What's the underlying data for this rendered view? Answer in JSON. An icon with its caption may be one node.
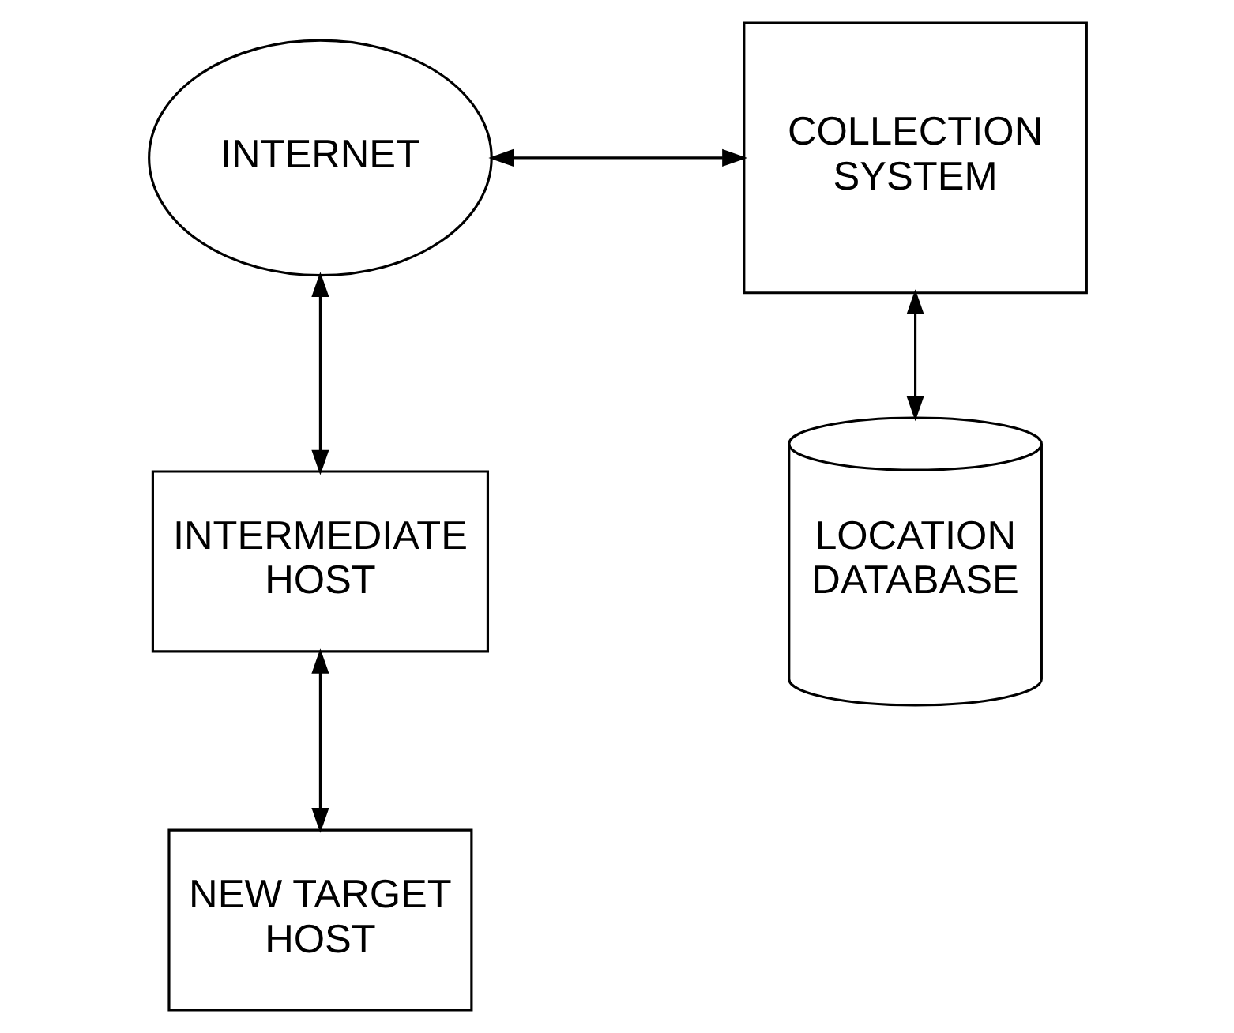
{
  "diagram": {
    "nodes": [
      {
        "text": [
          "INTERNET"
        ]
      },
      {
        "text": [
          "COLLECTION SYSTEM"
        ]
      },
      {
        "text": [
          "INTERMEDIATE HOST"
        ]
      },
      {
        "text": [
          "LOCATION DATABASE"
        ]
      },
      {
        "text": [
          "NEW TARGET HOST"
        ]
      }
    ],
    "edges": [
      {
        "from": 0,
        "to": 1,
        "arrow": "both"
      },
      {
        "from": 1,
        "to": 3,
        "arrow": "both"
      },
      {
        "from": 0,
        "to": 2,
        "arrow": "both"
      },
      {
        "from": 2,
        "to": 4,
        "arrow": "both"
      }
    ]
  }
}
